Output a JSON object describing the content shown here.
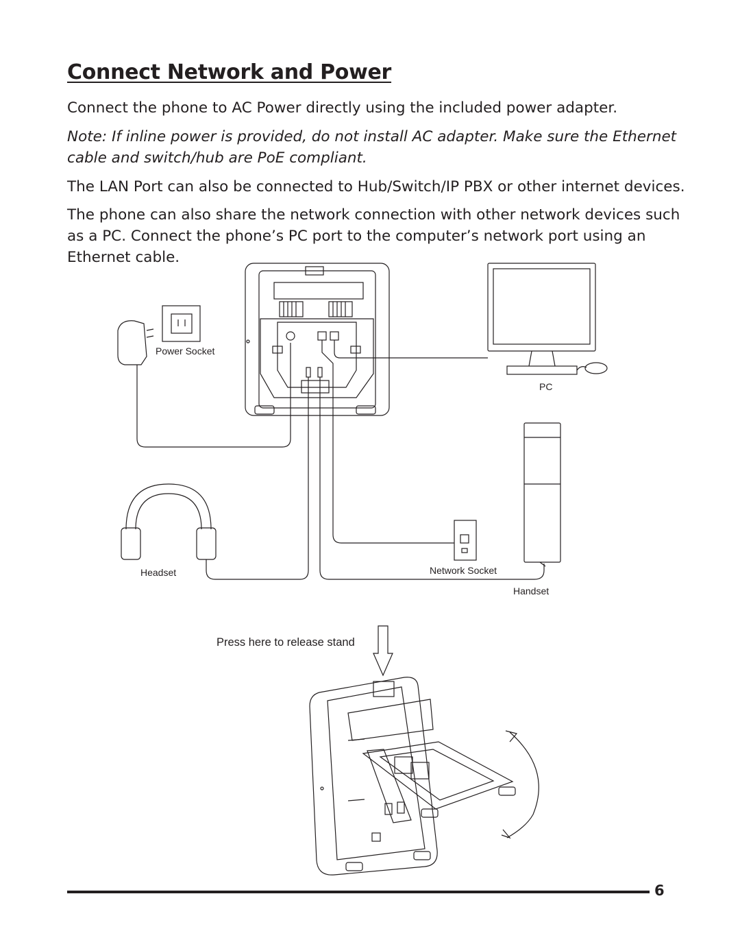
{
  "heading": "Connect Network and Power",
  "paragraphs": {
    "p1": "Connect the phone to AC Power directly using the included power adapter.",
    "note": "Note: If inline power is provided, do not install AC adapter. Make sure the Ethernet cable and switch/hub are PoE compliant.",
    "p2": "The LAN Port can also be connected to Hub/Switch/IP PBX or other internet devices.",
    "p3": "The phone can also share the network connection with other network devices such as a PC. Connect the phone’s PC port to the computer’s network port using an Ethernet cable."
  },
  "diagram_labels": {
    "power_socket": "Power Socket",
    "pc": "PC",
    "headset": "Headset",
    "network_socket": "Network Socket",
    "handset": "Handset",
    "release_stand": "Press here to release stand"
  },
  "page_number": "6"
}
